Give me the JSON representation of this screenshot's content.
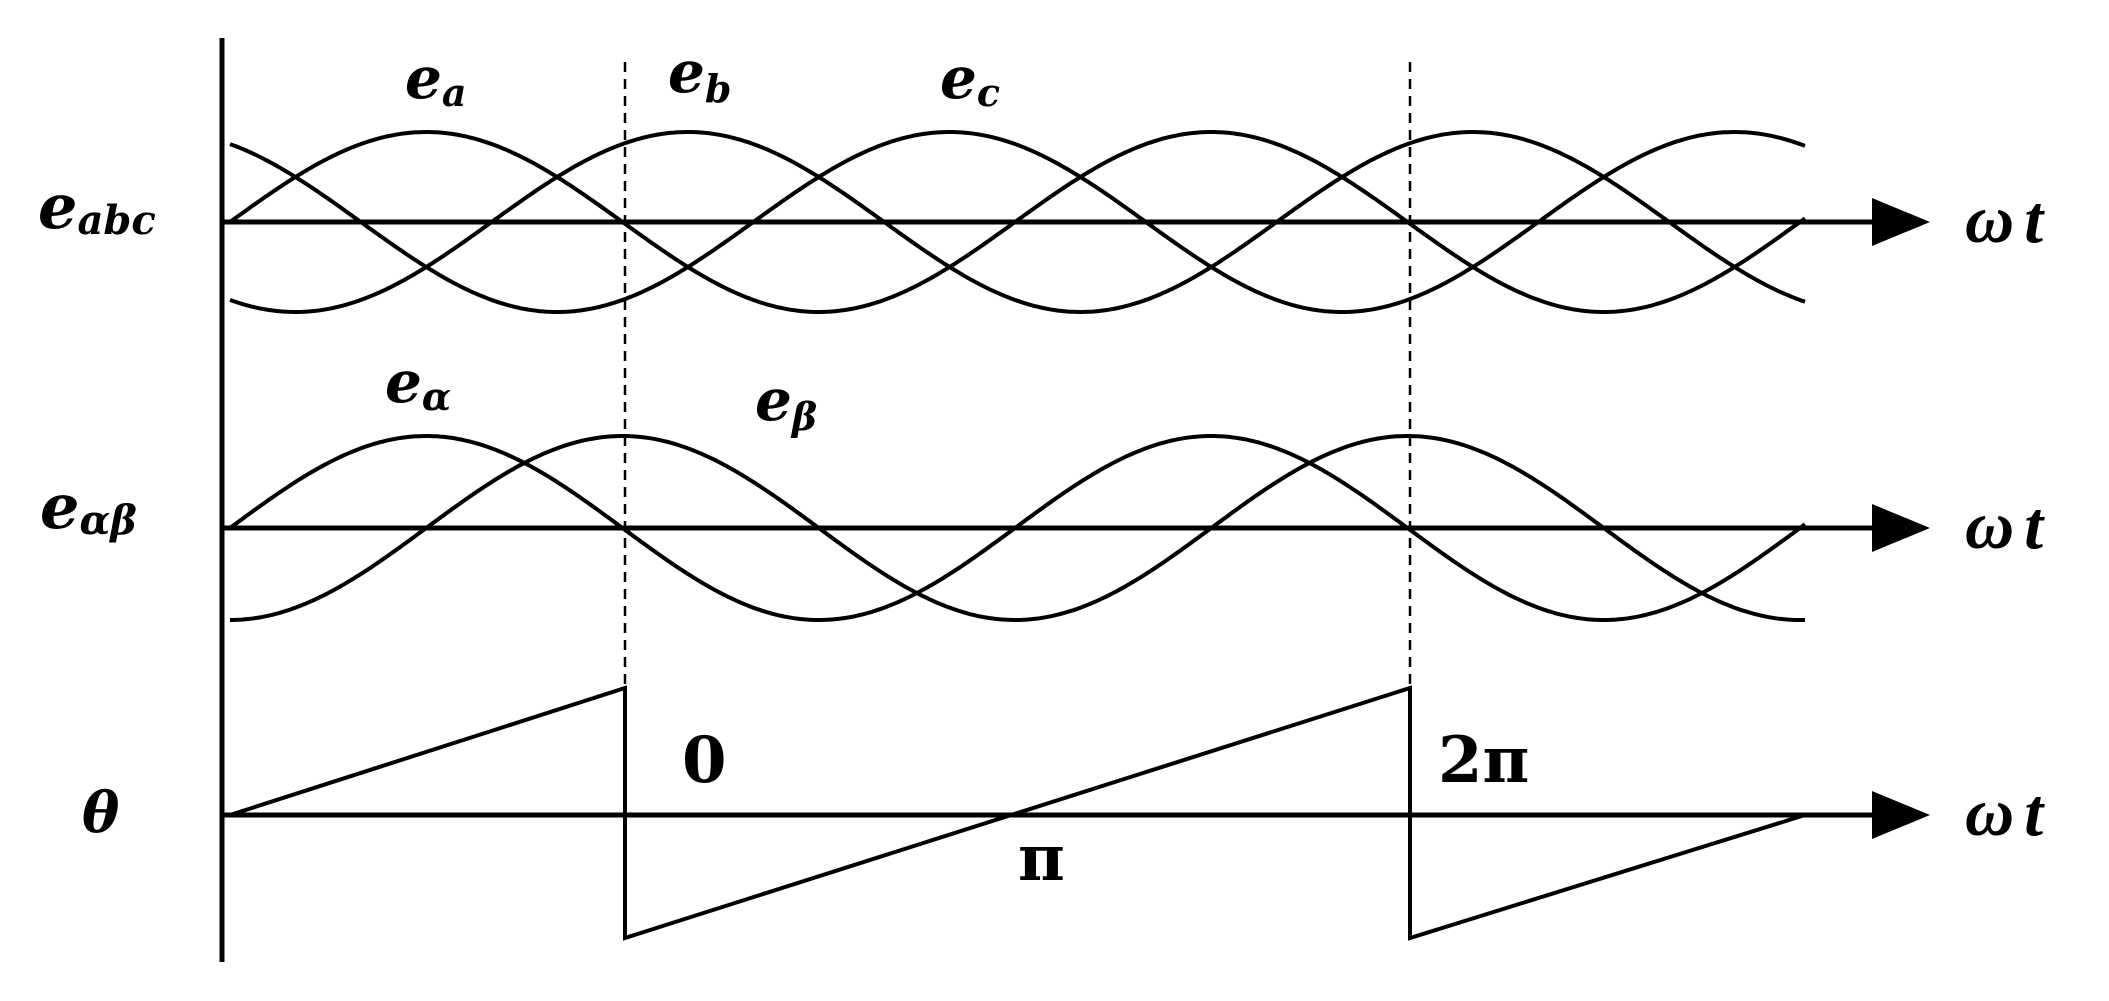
{
  "panels": {
    "abc": {
      "y_label": {
        "base": "e",
        "sub": "abc"
      },
      "x_label": {
        "omega": "ω",
        "t": "t"
      },
      "curves": [
        {
          "base": "e",
          "sub": "a"
        },
        {
          "base": "e",
          "sub": "b"
        },
        {
          "base": "e",
          "sub": "c"
        }
      ]
    },
    "alphabeta": {
      "y_label": {
        "base": "e",
        "sub": "αβ"
      },
      "x_label": {
        "omega": "ω",
        "t": "t"
      },
      "curves": [
        {
          "base": "e",
          "sub": "α"
        },
        {
          "base": "e",
          "sub": "β"
        }
      ]
    },
    "theta": {
      "y_label": "θ",
      "x_label": {
        "omega": "ω",
        "t": "t"
      },
      "ticks": {
        "zero": "0",
        "pi": "π",
        "two_pi": "2π"
      }
    }
  },
  "colors": {
    "ink": "#000000",
    "background": "#ffffff"
  }
}
